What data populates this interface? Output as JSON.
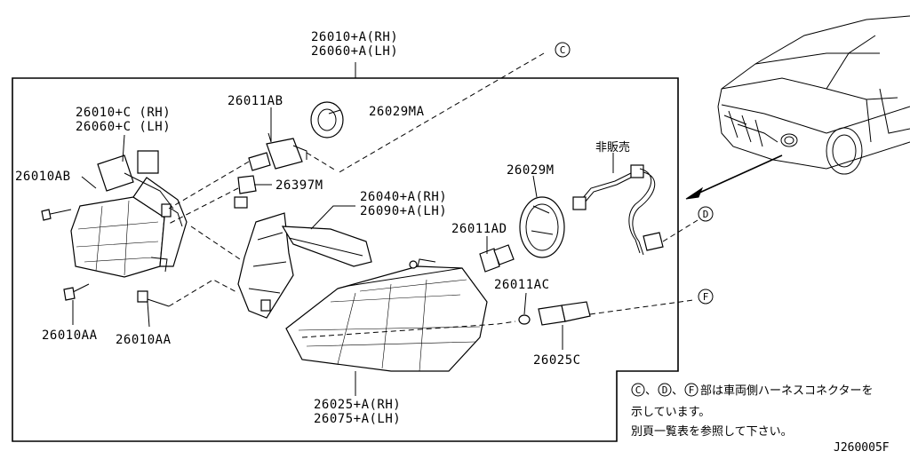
{
  "labels": {
    "lamp_assy_top": [
      "26010+A(RH)",
      "26060+A(LH)"
    ],
    "fog_assy": [
      "26010+C (RH)",
      "26060+C (LH)"
    ],
    "bulb_ab": "26011AB",
    "cap_ma": "26029MA",
    "screw_ab": "26010AB",
    "socket": "26397M",
    "bracket": [
      "26040+A(RH)",
      "26090+A(LH)"
    ],
    "bulb_ad": "26011AD",
    "cap_m": "26029M",
    "not_for_sale": "非販売",
    "screw_aa_1": "26010AA",
    "screw_aa_2": "26010AA",
    "bulb_ac": "26011AC",
    "socket_c": "26025C",
    "lamp_assy_bottom": [
      "26025+A(RH)",
      "26075+A(LH)"
    ]
  },
  "refs": {
    "c": "C",
    "d": "D",
    "f": "F"
  },
  "note": {
    "line1_refs": [
      "C",
      "D",
      "F"
    ],
    "line1_sep": "、",
    "line1_text": "部は車両側ハーネスコネクターを",
    "line2": "示しています。",
    "line3": "別頁一覧表を参照して下さい。"
  },
  "figure_code": "J260005F"
}
